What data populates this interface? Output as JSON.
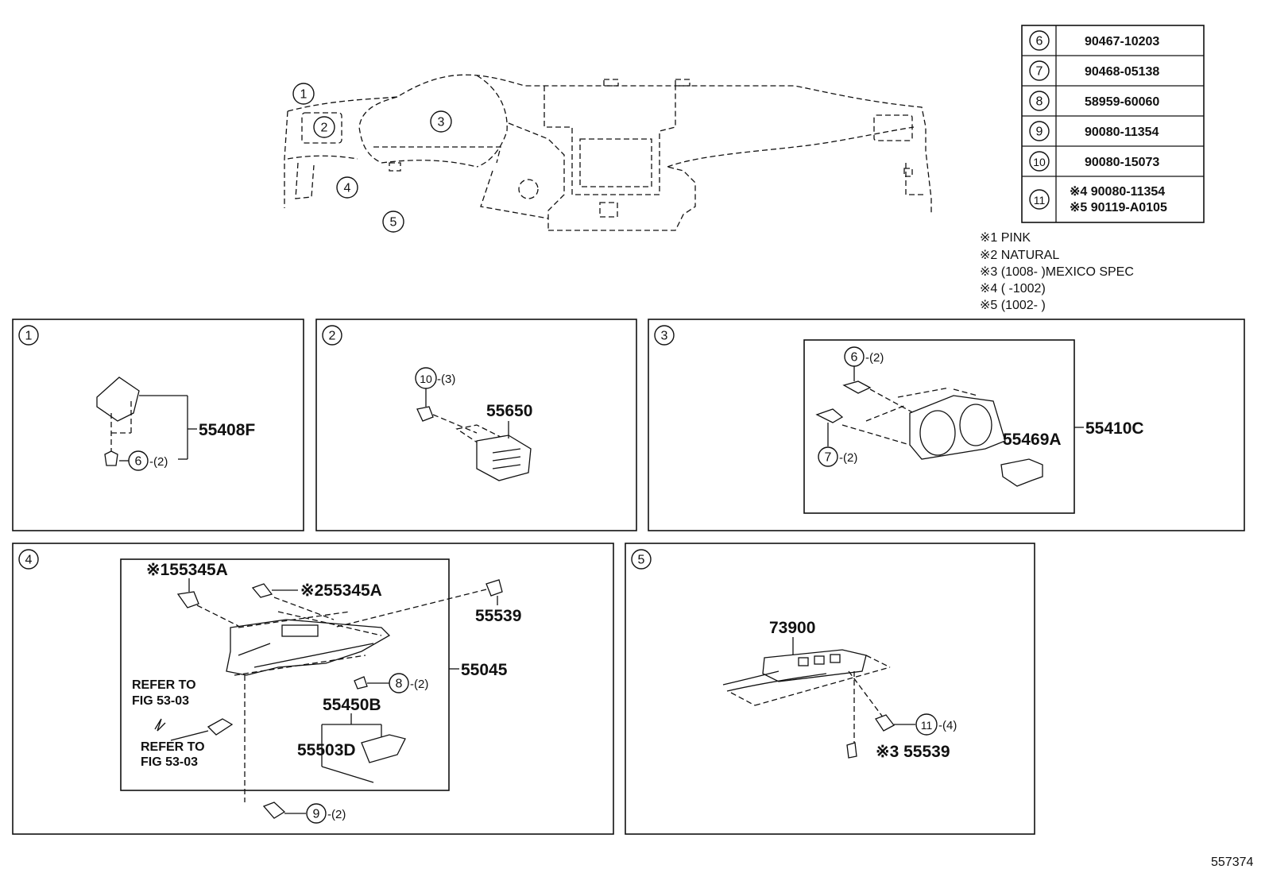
{
  "table": [
    {
      "n": "6",
      "part": "90467-10203"
    },
    {
      "n": "7",
      "part": "90468-05138"
    },
    {
      "n": "8",
      "part": "58959-60060"
    },
    {
      "n": "9",
      "part": "90080-11354"
    },
    {
      "n": "10",
      "part": "90080-15073"
    },
    {
      "n": "11",
      "line1": "※4 90080-11354",
      "line2": "※5 90119-A0105"
    }
  ],
  "notes": [
    "※1 PINK",
    "※2 NATURAL",
    "※3 (1008-   )MEXICO SPEC",
    "※4 (   -1002)",
    "※5 (1002-   )"
  ],
  "overview": {
    "callouts": [
      "1",
      "2",
      "3",
      "4",
      "5"
    ]
  },
  "panel1": {
    "n": "1",
    "part": "55408F",
    "fastener": "6",
    "qty": "-(2)"
  },
  "panel2": {
    "n": "2",
    "part": "55650",
    "fastener": "10",
    "qty": "-(3)"
  },
  "panel3": {
    "n": "3",
    "part_main": "55410C",
    "part_sub": "55469A",
    "fastener_a": "6",
    "qty_a": "-(2)",
    "fastener_b": "7",
    "qty_b": "-(2)"
  },
  "panel4": {
    "n": "4",
    "part_a": "※155345A",
    "part_b": "※255345A",
    "part_c": "55539",
    "part_main": "55045",
    "part_d": "55450B",
    "part_e": "55503D",
    "fastener_8": "8",
    "qty_8": "-(2)",
    "fastener_9": "9",
    "qty_9": "-(2)",
    "refer1_l1": "REFER TO",
    "refer1_l2": "FIG 53-03",
    "refer2_l1": "REFER TO",
    "refer2_l2": "FIG 53-03"
  },
  "panel5": {
    "n": "5",
    "part_main": "73900",
    "fastener": "11",
    "qty": "-(4)",
    "part_b": "※3 55539"
  },
  "figure_number": "557374"
}
